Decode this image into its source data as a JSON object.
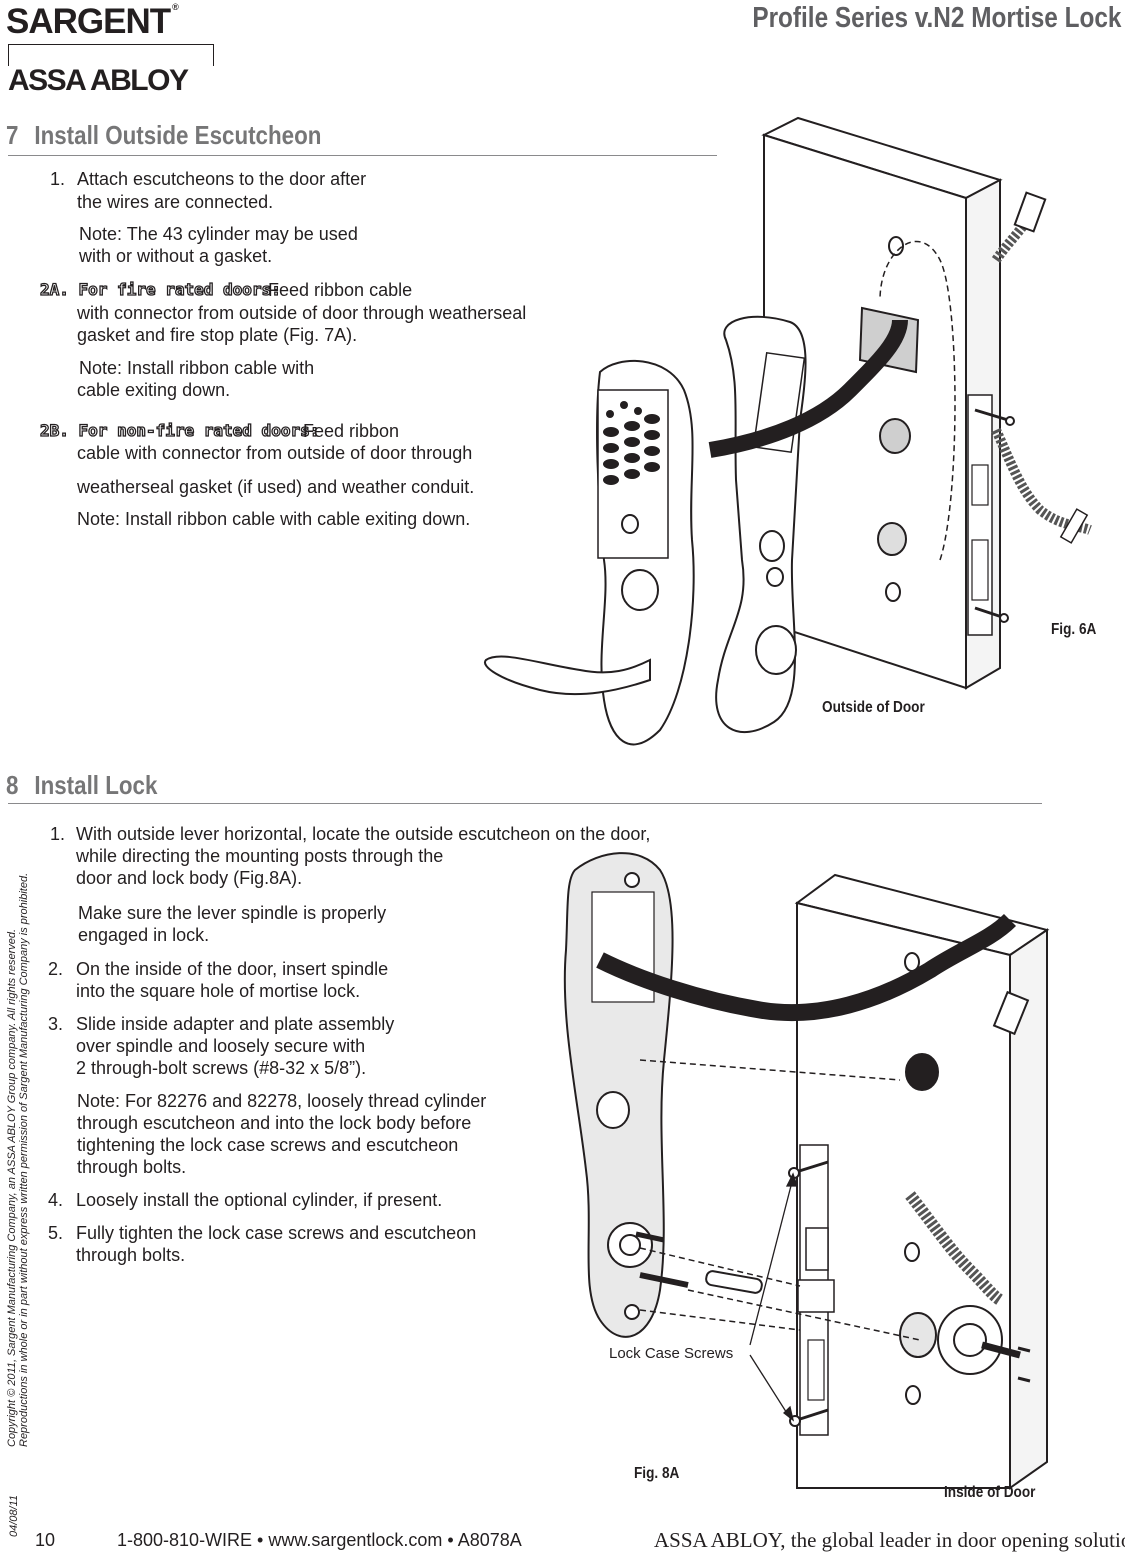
{
  "header": {
    "logo_primary": "SARGENT",
    "logo_registered": "®",
    "logo_secondary": "ASSA ABLOY",
    "doc_title": "Profile Series v.N2 Mortise Lock"
  },
  "section7": {
    "number": "7",
    "title": "Install Outside Escutcheon",
    "step1_num": "1.",
    "step1_line1": "Attach escutcheons to the door after",
    "step1_line2": "the wires are connected.",
    "note1_line1": "Note: The 43 cylinder may be used",
    "note1_line2": "with or without a gasket.",
    "step2a_label": "2A. For fire rated doors:",
    "step2a_line1": "Feed ribbon cable",
    "step2a_line2": "with connector from outside of door through weatherseal",
    "step2a_line3": "gasket and fire stop plate (Fig. 7A).",
    "note2a_line1": "Note: Install ribbon cable with",
    "note2a_line2": "cable exiting down.",
    "step2b_label": "2B. For non-fire rated doors:",
    "step2b_line1": "Feed ribbon",
    "step2b_line2": "cable with connector from outside of door through",
    "step2b_line3": "weatherseal gasket (if used) and weather conduit.",
    "note2b": "Note: Install ribbon cable with cable exiting down.",
    "fig_caption": "Fig.  6A",
    "fig_label": "Outside of Door"
  },
  "section8": {
    "number": "8",
    "title": "Install Lock",
    "s1_num": "1.",
    "s1_line1": "With outside lever horizontal, locate the outside escutcheon on the door,",
    "s1_line2": "while directing the mounting posts through the",
    "s1_line3": "door and lock body (Fig.8A).",
    "n1_line1": "Make sure the lever spindle is properly",
    "n1_line2": "engaged in lock.",
    "s2_num": "2.",
    "s2_line1": "On the inside of the door, insert spindle",
    "s2_line2": "into the square hole of mortise lock.",
    "s3_num": "3.",
    "s3_line1": "Slide inside adapter and plate assembly",
    "s3_line2": "over spindle and loosely secure with",
    "s3_line3": "2 through-bolt screws (#8-32 x 5/8”).",
    "n3_line1": "Note: For 82276 and 82278, loosely thread cylinder",
    "n3_line2": "through escutcheon and into the lock body before",
    "n3_line3": "tightening the lock case screws and escutcheon",
    "n3_line4": "through bolts.",
    "s4_num": "4.",
    "s4_line1": "Loosely install the optional cylinder, if present.",
    "s5_num": "5.",
    "s5_line1": "Fully tighten the lock case screws and escutcheon",
    "s5_line2": "through bolts.",
    "callout": "Lock Case Screws",
    "fig_caption": "Fig.  8A",
    "fig_label": "Inside of Door"
  },
  "side": {
    "copyright_line1": "Copyright © 2011, Sargent Manufacturing Company, an ASSA ABLOY Group company. All rights reserved.",
    "copyright_line2": "Reproductions in whole or in part without express written permission of Sargent Manufacturing Company is prohibited.",
    "date": "04/08/11"
  },
  "footer": {
    "page_number": "10",
    "contact": "1-800-810-WIRE • www.sargentlock.com • A8078A",
    "slogan": "ASSA ABLOY, the global leader in door opening solutions"
  }
}
